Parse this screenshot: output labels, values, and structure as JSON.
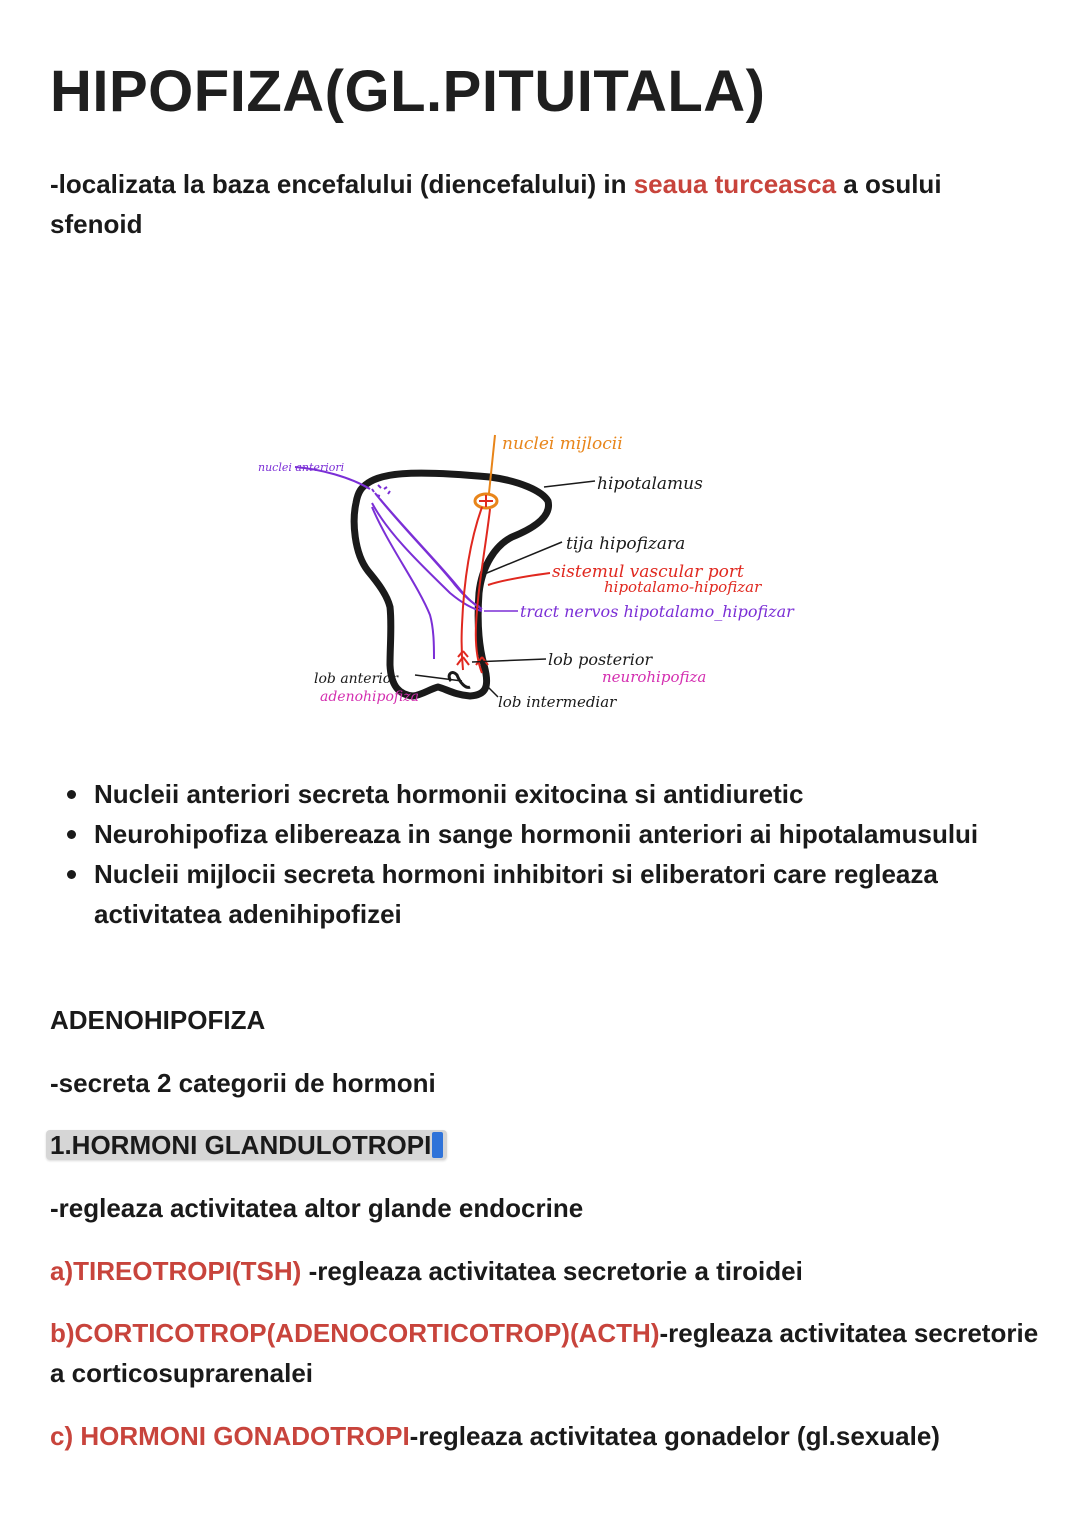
{
  "title": "HIPOFIZA(GL.PITUITALA)",
  "intro": {
    "part1": "-localizata la baza encefalului (diencefalului) in ",
    "highlight": "seaua turceasca",
    "part2": " a osului sfenoid"
  },
  "diagram": {
    "labels": {
      "nuclei_anteriori": "nuclei anteriori",
      "nuclei_mijlocii": "nuclei mijlocii",
      "hipotalamus": "hipotalamus",
      "tija": "tija hipofizara",
      "sistem_1": "sistemul vascular port",
      "sistem_2": "hipotalamo-hipofizar",
      "tract": "tract nervos hipotalamo_hipofizar",
      "lob_anterior": "lob anterior",
      "adenohipofiza": "adenohipofiza",
      "lob_posterior": "lob posterior",
      "neurohipofiza": "neurohipofiza",
      "lob_intermediar": "lob intermediar"
    },
    "colors": {
      "outline": "#1a1a1a",
      "purple": "#7b2fd6",
      "orange": "#e8851a",
      "red": "#e0281f",
      "magenta": "#d42fb0"
    }
  },
  "bullets": [
    "Nucleii anteriori secreta hormonii exitocina si antidiuretic",
    "Neurohipofiza elibereaza in sange hormonii anteriori ai hipotalamusului",
    "Nucleii mijlocii secreta hormoni inhibitori si eliberatori care regleaza activitatea adenihipofizei"
  ],
  "section_heading": "ADENOHIPOFIZA",
  "secreta": "-secreta 2 categorii de hormoni",
  "subheading": "1.HORMONI GLANDULOTROPI",
  "regleaza": "-regleaza activitatea altor glande endocrine",
  "items": {
    "a": {
      "label": "a)TIREOTROPI(TSH)",
      "text": " -regleaza activitatea secretorie a tiroidei"
    },
    "b": {
      "label": "b)CORTICOTROP(ADENOCORTICOTROP)(ACTH)",
      "text": "-regleaza activitatea secretorie a corticosuprarenalei"
    },
    "c": {
      "label": "c) HORMONI GONADOTROPI",
      "text": "-regleaza activitatea gonadelor (gl.sexuale)"
    }
  },
  "accent_color": "#c8443c"
}
